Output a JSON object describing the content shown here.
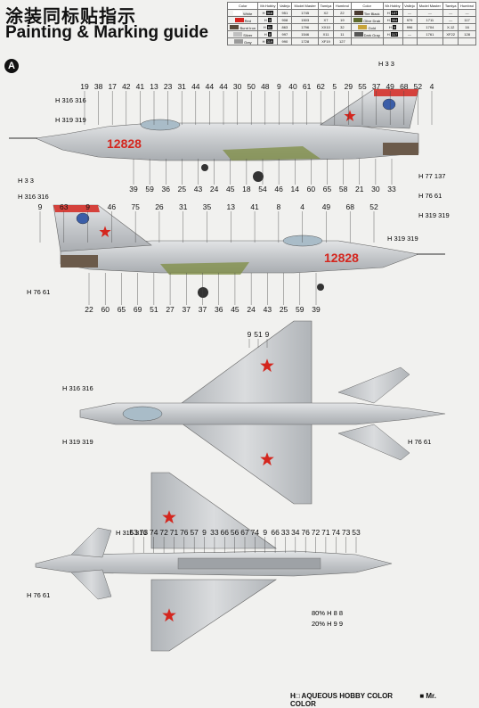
{
  "header": {
    "title_cn": "涂装同标贴指示",
    "title_en": "Painting & Marking guide",
    "section": "A"
  },
  "color_table": {
    "headers": [
      "Color",
      "Mr.Hobby",
      "Vallejo",
      "Model Master",
      "Tamiya",
      "Humbrol",
      "Color",
      "Mr.Hobby",
      "Vallejo",
      "Model Master",
      "Tamiya",
      "Humbrol"
    ],
    "rows": [
      {
        "color": "White",
        "swatch": "#ffffff",
        "code": "316",
        "vallejo": "951",
        "mm": "1745",
        "tamiya": "X2",
        "humbrol": "22",
        "color2": "Tire Black",
        "swatch2": "#4a3a30",
        "code2": "137",
        "vallejo2": "—",
        "mm2": "—",
        "tamiya2": "—",
        "humbrol2": "—"
      },
      {
        "color": "Red",
        "swatch": "#d8231f",
        "code": "3",
        "vallejo": "908",
        "mm": "1503",
        "tamiya": "X7",
        "humbrol": "19",
        "color2": "Olive Drab",
        "swatch2": "#5d6a2c",
        "code2": "304",
        "vallejo2": "979",
        "mm2": "1711",
        "tamiya2": "—",
        "humbrol2": "117"
      },
      {
        "color": "Burnt Iron",
        "swatch": "#5a4a3a",
        "code": "61",
        "vallejo": "863",
        "mm": "1796",
        "tamiya": "XX10",
        "humbrol": "32",
        "color2": "Gold",
        "swatch2": "#c8a43a",
        "code2": "9",
        "vallejo2": "996",
        "mm2": "1704",
        "tamiya2": "X-12",
        "humbrol2": "16"
      },
      {
        "color": "Silver",
        "swatch": "#c0c0c0",
        "code": "8",
        "vallejo": "997",
        "mm": "1546",
        "tamiya": "X11",
        "humbrol": "11",
        "color2": "Dark Gray",
        "swatch2": "#555555",
        "code2": "317",
        "vallejo2": "—",
        "mm2": "1761",
        "tamiya2": "XF22",
        "humbrol2": "128"
      },
      {
        "color": "Gray",
        "swatch": "#9a9a9a",
        "code": "319",
        "vallejo": "990",
        "mm": "1728",
        "tamiya": "XF19",
        "humbrol": "127",
        "color2": "",
        "swatch2": "#ffffff",
        "code2": "",
        "vallejo2": "",
        "mm2": "",
        "tamiya2": "",
        "humbrol2": ""
      }
    ]
  },
  "side_view_left": {
    "serial": "12828",
    "top_callouts": [
      "19",
      "38",
      "17",
      "42",
      "41",
      "13",
      "23",
      "31",
      "44",
      "44",
      "44",
      "30",
      "50",
      "48",
      "9",
      "40",
      "61",
      "62",
      "5",
      "29",
      "55",
      "37",
      "49",
      "68",
      "52",
      "4"
    ],
    "bottom_callouts": [
      "39",
      "59",
      "36",
      "25",
      "43",
      "24",
      "45",
      "18",
      "54",
      "46",
      "14",
      "60",
      "65",
      "58",
      "21",
      "30",
      "33"
    ],
    "color_refs": [
      "H 316 316",
      "H 319 319",
      "H 3 3",
      "H 77 137",
      "H 76 61",
      "H 319 319"
    ]
  },
  "side_view_right": {
    "serial": "12828",
    "top_callouts": [
      "9",
      "63",
      "9",
      "46",
      "75",
      "26",
      "31",
      "35",
      "13",
      "41",
      "8",
      "4",
      "49",
      "68",
      "52"
    ],
    "bottom_callouts": [
      "22",
      "60",
      "65",
      "69",
      "51",
      "27",
      "37",
      "37",
      "36",
      "45",
      "24",
      "43",
      "25",
      "59",
      "39"
    ],
    "color_refs": [
      "H 3 3",
      "H 316 316",
      "H 319 319",
      "H 76 61",
      "H 319 319",
      "H 77 137"
    ]
  },
  "top_view": {
    "callouts": [
      "9",
      "51",
      "9"
    ],
    "color_refs": [
      "H 316 316",
      "H 319 319",
      "H 76 61"
    ]
  },
  "bottom_view": {
    "callouts": [
      "53",
      "73",
      "74",
      "72",
      "71",
      "76",
      "57",
      "9",
      "33",
      "66",
      "56",
      "67",
      "74",
      "9",
      "66",
      "33",
      "34",
      "76",
      "72",
      "71",
      "74",
      "73",
      "53"
    ],
    "color_refs": [
      "H 316 316",
      "H 76 61"
    ],
    "ratios": [
      {
        "pct": "80%",
        "a": "8",
        "b": "8"
      },
      {
        "pct": "20%",
        "a": "9",
        "b": "9"
      }
    ]
  },
  "legend": {
    "aqueous": "AQUEOUS HOBBY COLOR",
    "mr": "Mr. COLOR"
  },
  "colors": {
    "aluminum": "#c7c9cb",
    "aluminum_dark": "#9ea2a6",
    "red": "#d4261e",
    "burnt": "#6b5a4a",
    "olive": "#7a8a3a"
  }
}
